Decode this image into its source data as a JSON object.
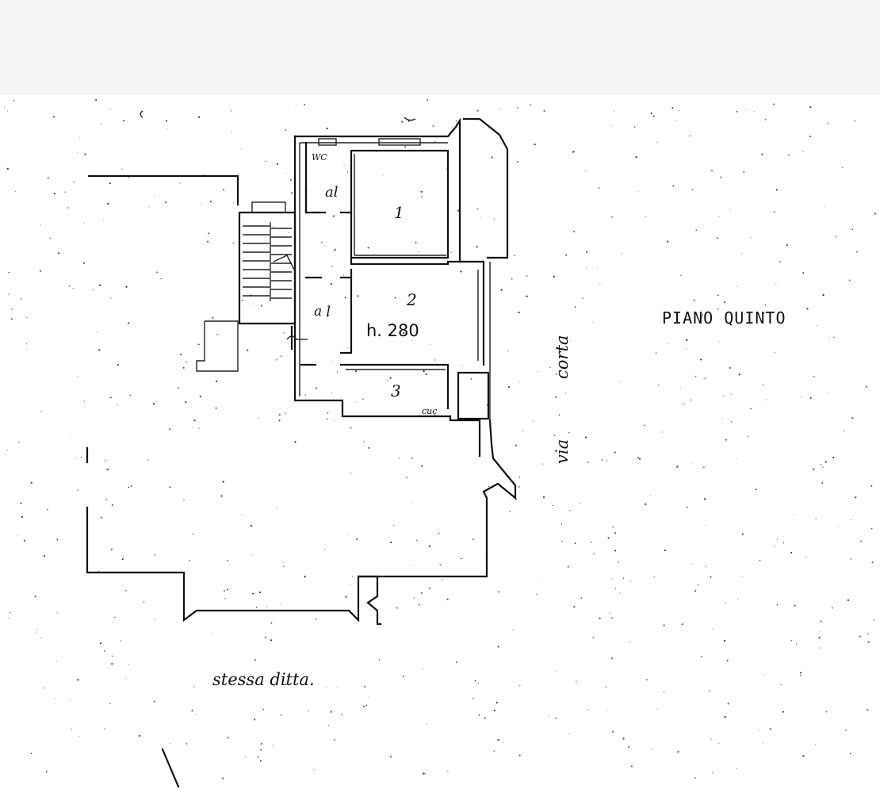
{
  "floor_title": "PIANO QUINTO",
  "rooms": [
    {
      "id": "wc",
      "label": "WC"
    },
    {
      "id": "al-top",
      "label": "al"
    },
    {
      "id": "room-1",
      "label": "1"
    },
    {
      "id": "room-2",
      "label": "2"
    },
    {
      "id": "al-hall",
      "label": "a l"
    },
    {
      "id": "room-3",
      "label": "3"
    },
    {
      "id": "cuc",
      "label": "cuc"
    }
  ],
  "ceiling_height": "h. 280",
  "street": {
    "line1": "via",
    "line2": "corta"
  },
  "neighbor_note": "stessa ditta."
}
